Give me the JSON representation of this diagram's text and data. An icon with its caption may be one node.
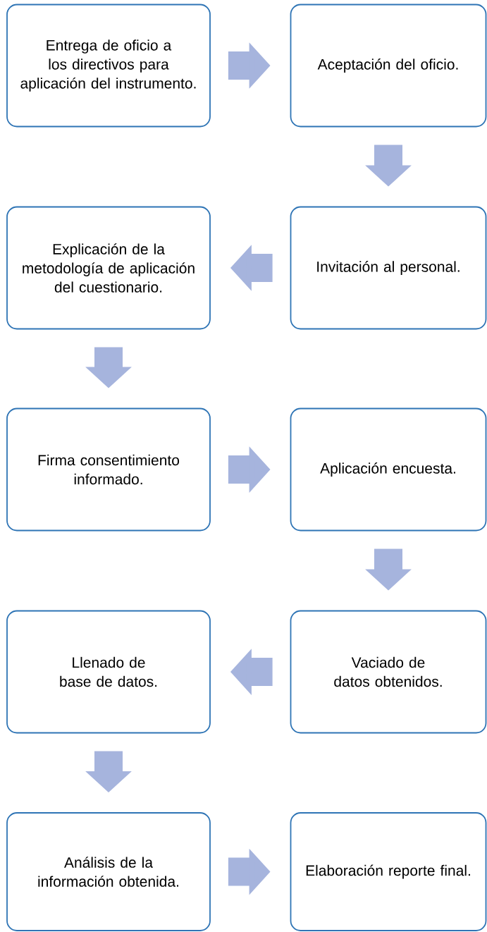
{
  "diagram": {
    "nodes": [
      {
        "text": [
          "Entrega de oficio a los directivos para aplicación del instrumento."
        ]
      },
      {
        "text": [
          "Aceptación del oficio."
        ]
      },
      {
        "text": [
          "Invitación al personal."
        ]
      },
      {
        "text": [
          "Explicación de la metodología de aplicación del cuestionario."
        ]
      },
      {
        "text": [
          "Firma consentimiento informado."
        ]
      },
      {
        "text": [
          "Aplicación encuesta."
        ]
      },
      {
        "text": [
          "Vaciado de datos obtenidos."
        ]
      },
      {
        "text": [
          "Llenado de base de datos."
        ]
      },
      {
        "text": [
          "Análisis de la información obtenida."
        ]
      },
      {
        "text": [
          "Elaboración reporte final."
        ]
      }
    ],
    "edges": [
      {
        "from": 0,
        "to": 1,
        "arrow": "to"
      },
      {
        "from": 1,
        "to": 2,
        "arrow": "to"
      },
      {
        "from": 2,
        "to": 3,
        "arrow": "to"
      },
      {
        "from": 3,
        "to": 4,
        "arrow": "to"
      },
      {
        "from": 4,
        "to": 5,
        "arrow": "to"
      },
      {
        "from": 5,
        "to": 6,
        "arrow": "to"
      },
      {
        "from": 6,
        "to": 7,
        "arrow": "to"
      },
      {
        "from": 7,
        "to": 8,
        "arrow": "to"
      },
      {
        "from": 8,
        "to": 9,
        "arrow": "to"
      }
    ]
  }
}
